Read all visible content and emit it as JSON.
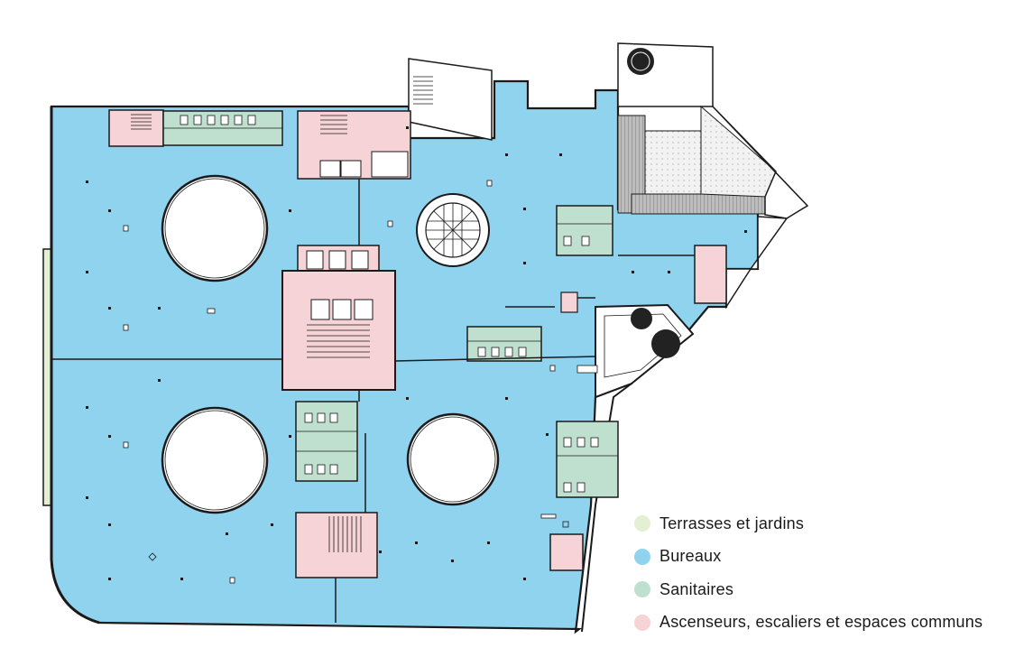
{
  "legend": [
    {
      "label": "Terrasses et jardins",
      "color": "#e3f0d4"
    },
    {
      "label": "Bureaux",
      "color": "#8fd3ef"
    },
    {
      "label": "Sanitaires",
      "color": "#bfe0cf"
    },
    {
      "label": "Ascenseurs, escaliers et espaces communs",
      "color": "#f5d3d6"
    }
  ],
  "colors": {
    "wall": "#1a1a1a",
    "hatch": "#8a8a8a",
    "tree": "#222222"
  }
}
